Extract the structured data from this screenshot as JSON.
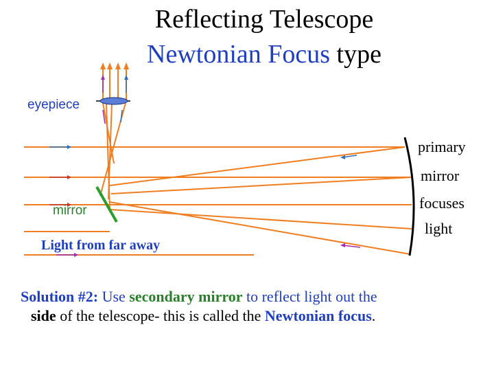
{
  "title": {
    "line1": "Reflecting Telescope",
    "line2_blue": "Newtonian Focus",
    "line2_rest": " type"
  },
  "labels": {
    "eyepiece": "eyepiece",
    "mirror": "mirror",
    "light_source": "Light from far away",
    "primary_1": "primary",
    "primary_2": "mirror",
    "primary_3": "focuses",
    "primary_4": "light"
  },
  "solution": {
    "prefix": "Solution #2:",
    "text1": "  Use ",
    "secondary": "secondary mirror",
    "text2": " to reflect light out the",
    "side": "side",
    "text3": " of the telescope- this is called the ",
    "newtonian": "Newtonian focus",
    "end": "."
  },
  "colors": {
    "ray": "#f07d1f",
    "blue_arrow": "#2f6fb5",
    "red_arrow": "#c0392b",
    "purple_arrow": "#9b2fae",
    "secondary_mirror": "#2a9d2a",
    "primary_mirror": "#000000",
    "eyepiece_lens": "#5b7fd9"
  }
}
